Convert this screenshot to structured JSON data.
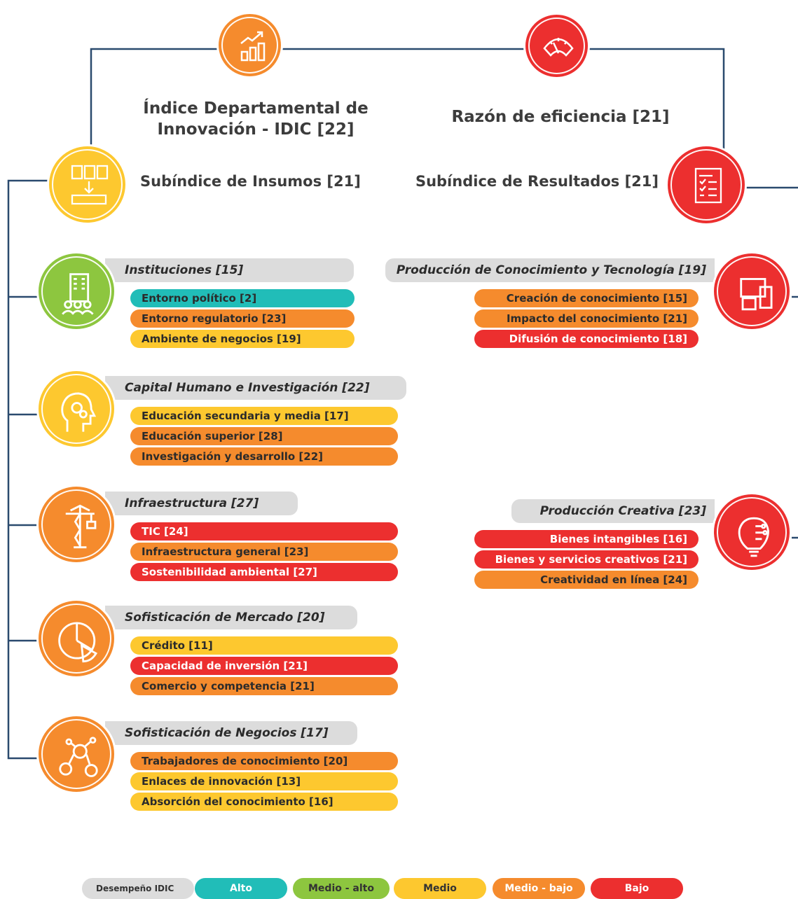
{
  "colors": {
    "line": "#2a4a6e",
    "alto": "#21bdb8",
    "medio_alto": "#8dc63f",
    "medio": "#fdc82f",
    "medio_bajo": "#f58b2d",
    "bajo": "#ec2f2f",
    "header_bg": "#dcdcdc"
  },
  "top": {
    "idic_title": "Índice Departamental de Innovación - IDIC [22]",
    "idic_icon": "bar-chart-growth-icon",
    "eficiencia_title": "Razón de eficiencia [21]",
    "eficiencia_icon": "speedometer-icon"
  },
  "insumos": {
    "title": "Subíndice de Insumos [21]",
    "icon": "documents-inbox-icon",
    "pillars": [
      {
        "name": "Instituciones [15]",
        "icon": "building-people-icon",
        "items": [
          {
            "label": "Entorno político [2]",
            "level": "alto"
          },
          {
            "label": "Entorno regulatorio [23]",
            "level": "medio_bajo"
          },
          {
            "label": "Ambiente de negocios [19]",
            "level": "medio"
          }
        ]
      },
      {
        "name": "Capital Humano e Investigación [22]",
        "icon": "head-gears-icon",
        "items": [
          {
            "label": "Educación secundaria y media [17]",
            "level": "medio"
          },
          {
            "label": "Educación superior [28]",
            "level": "medio_bajo"
          },
          {
            "label": "Investigación y desarrollo [22]",
            "level": "medio_bajo"
          }
        ]
      },
      {
        "name": "Infraestructura [27]",
        "icon": "crane-icon",
        "items": [
          {
            "label": "TIC [24]",
            "level": "bajo"
          },
          {
            "label": "Infraestructura general [23]",
            "level": "medio_bajo"
          },
          {
            "label": "Sostenibilidad ambiental [27]",
            "level": "bajo"
          }
        ]
      },
      {
        "name": "Sofisticación de Mercado [20]",
        "icon": "pie-chart-icon",
        "items": [
          {
            "label": "Crédito [11]",
            "level": "medio"
          },
          {
            "label": "Capacidad de inversión [21]",
            "level": "bajo"
          },
          {
            "label": "Comercio y competencia [21]",
            "level": "medio_bajo"
          }
        ]
      },
      {
        "name": "Sofisticación de Negocios [17]",
        "icon": "network-people-icon",
        "items": [
          {
            "label": "Trabajadores de conocimiento [20]",
            "level": "medio_bajo"
          },
          {
            "label": "Enlaces de innovación [13]",
            "level": "medio"
          },
          {
            "label": "Absorción del conocimiento [16]",
            "level": "medio"
          }
        ]
      }
    ]
  },
  "resultados": {
    "title": "Subíndice de Resultados [21]",
    "icon": "checklist-document-icon",
    "pillars": [
      {
        "name": "Producción de Conocimiento y Tecnología [19]",
        "icon": "devices-icon",
        "items": [
          {
            "label": "Creación de conocimiento [15]",
            "level": "medio_bajo"
          },
          {
            "label": "Impacto del conocimiento [21]",
            "level": "medio_bajo"
          },
          {
            "label": "Difusión de conocimiento [18]",
            "level": "bajo"
          }
        ]
      },
      {
        "name": "Producción Creativa [23]",
        "icon": "lightbulb-circuit-icon",
        "items": [
          {
            "label": "Bienes intangibles [16]",
            "level": "bajo"
          },
          {
            "label": "Bienes y servicios creativos [21]",
            "level": "bajo"
          },
          {
            "label": "Creatividad en línea [24]",
            "level": "medio_bajo"
          }
        ]
      }
    ]
  },
  "legend": {
    "label": "Desempeño IDIC",
    "items": [
      {
        "label": "Alto",
        "level": "alto"
      },
      {
        "label": "Medio - alto",
        "level": "medio_alto"
      },
      {
        "label": "Medio",
        "level": "medio"
      },
      {
        "label": "Medio - bajo",
        "level": "medio_bajo"
      },
      {
        "label": "Bajo",
        "level": "bajo"
      }
    ]
  }
}
